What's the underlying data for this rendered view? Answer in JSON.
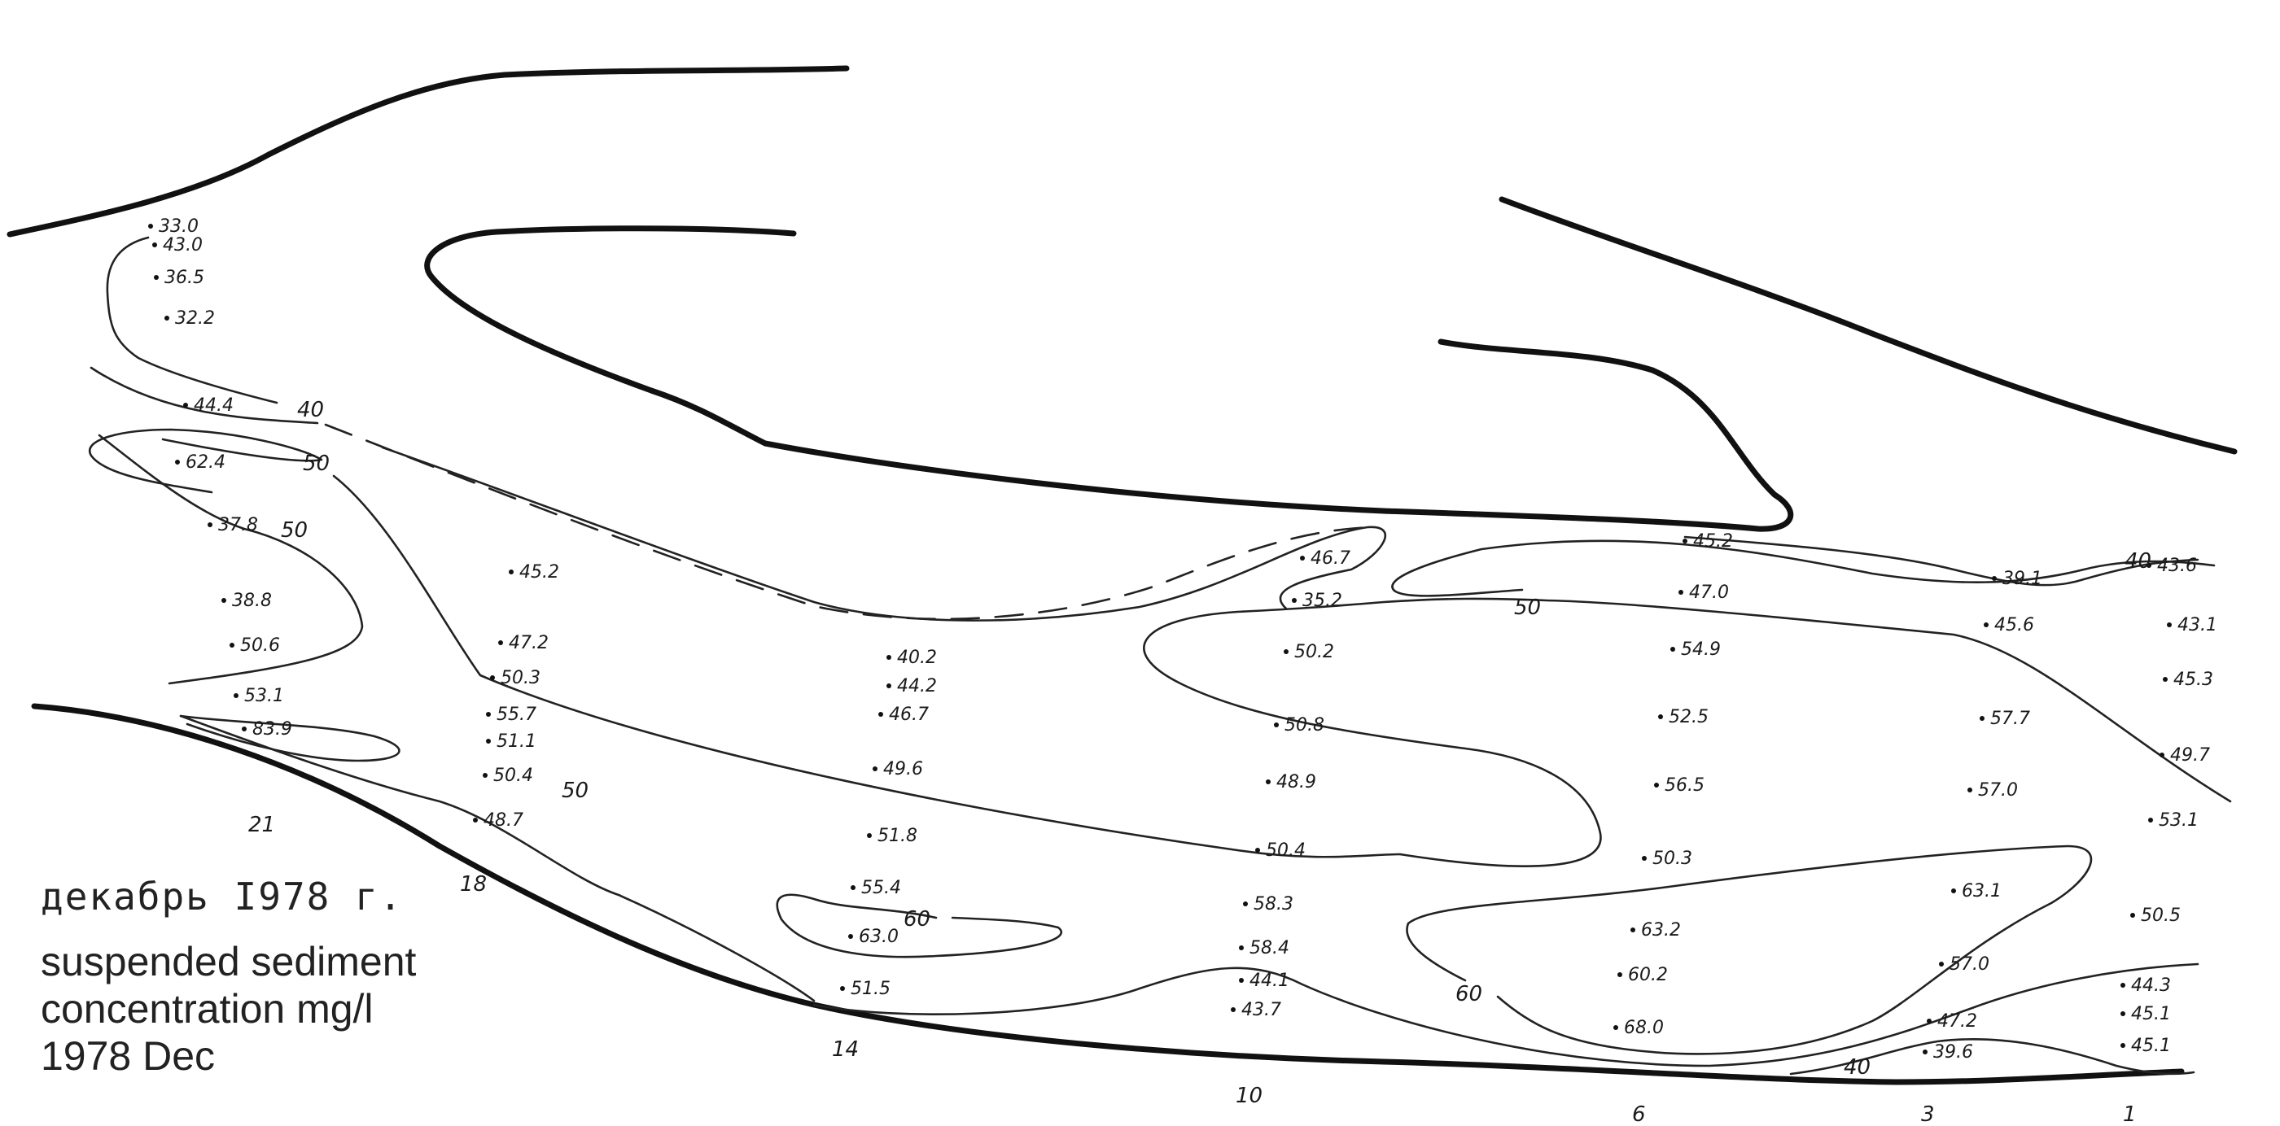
{
  "legend": {
    "russian_caption": "декабрь I978 г.",
    "line1": "suspended sediment",
    "line2": "concentration mg/l",
    "line3": "1978 Dec"
  },
  "contour_labels": [
    "40",
    "50",
    "50",
    "50",
    "60",
    "60",
    "50",
    "40",
    "40"
  ],
  "stations": [
    "21",
    "18",
    "14",
    "10",
    "6",
    "3",
    "1"
  ],
  "measurements": [
    "33.0",
    "43.0",
    "36.5",
    "32.2",
    "44.4",
    "62.4",
    "37.8",
    "38.8",
    "50.6",
    "53.1",
    "83.9",
    "45.2",
    "47.2",
    "50.3",
    "55.7",
    "51.1",
    "50.4",
    "48.7",
    "40.2",
    "44.2",
    "46.7",
    "49.6",
    "51.8",
    "55.4",
    "63.0",
    "51.5",
    "46.7",
    "35.2",
    "50.2",
    "50.8",
    "48.9",
    "50.4",
    "58.3",
    "58.4",
    "44.1",
    "43.7",
    "45.2",
    "47.0",
    "54.9",
    "52.5",
    "56.5",
    "50.3",
    "63.2",
    "60.2",
    "68.0",
    "39.1",
    "45.6",
    "57.7",
    "57.0",
    "63.1",
    "57.0",
    "47.2",
    "39.6",
    "43.6",
    "43.1",
    "45.3",
    "49.7",
    "53.1",
    "50.5",
    "44.3",
    "45.1",
    "45.1"
  ]
}
